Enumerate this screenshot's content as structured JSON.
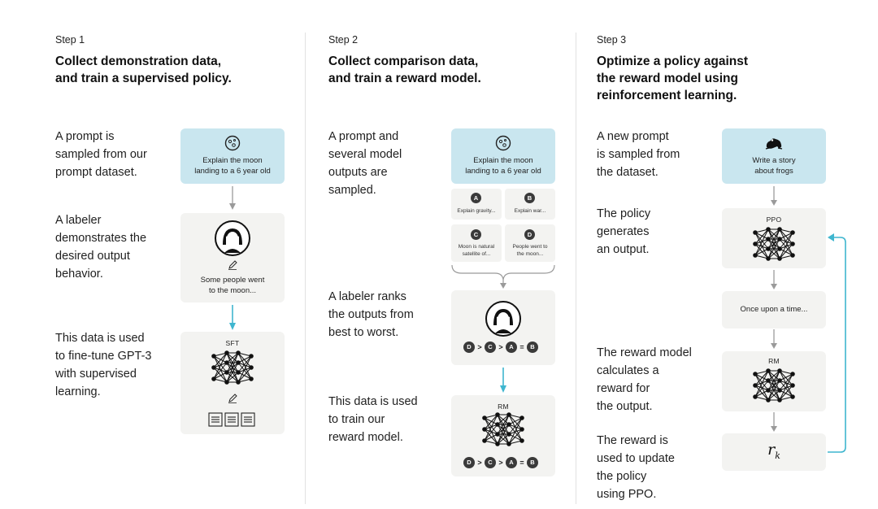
{
  "steps": [
    {
      "label": "Step 1",
      "title_l1": "Collect demonstration data,",
      "title_l2": "and train a supervised policy.",
      "desc1": [
        "A prompt is",
        "sampled from our",
        "prompt dataset."
      ],
      "desc2": [
        "A labeler",
        "demonstrates the",
        "desired output",
        "behavior."
      ],
      "desc3": [
        "This data is used",
        "to fine-tune GPT-3",
        "with supervised",
        "learning."
      ],
      "prompt": [
        "Explain the moon",
        "landing to a 6 year old"
      ],
      "output": [
        "Some people went",
        "to the moon..."
      ],
      "model_label": "SFT"
    },
    {
      "label": "Step 2",
      "title_l1": "Collect comparison data,",
      "title_l2": "and train a reward model.",
      "desc1": [
        "A prompt and",
        "several model",
        "outputs are",
        "sampled."
      ],
      "desc2": [
        "A labeler ranks",
        "the outputs from",
        "best to worst."
      ],
      "desc3": [
        "This data is used",
        "to train our",
        "reward model."
      ],
      "prompt": [
        "Explain the moon",
        "landing to a 6 year old"
      ],
      "outputs": [
        {
          "letter": "A",
          "text": [
            "Explain gravity..."
          ]
        },
        {
          "letter": "B",
          "text": [
            "Explain war..."
          ]
        },
        {
          "letter": "C",
          "text": [
            "Moon is natural",
            "satellite of..."
          ]
        },
        {
          "letter": "D",
          "text": [
            "People went to",
            "the moon..."
          ]
        }
      ],
      "ranking": [
        "D",
        ">",
        "C",
        ">",
        "A",
        "=",
        "B"
      ],
      "model_label": "RM"
    },
    {
      "label": "Step 3",
      "title_l1": "Optimize a policy against",
      "title_l2": "the reward model using",
      "title_l3": "reinforcement learning.",
      "desc1": [
        "A new prompt",
        "is sampled from",
        "the dataset."
      ],
      "desc2": [
        "The policy",
        "generates",
        "an output."
      ],
      "desc3": [
        "The reward model",
        "calculates a",
        "reward for",
        "the output."
      ],
      "desc4": [
        "The reward is",
        "used to update",
        "the policy",
        "using PPO."
      ],
      "prompt": [
        "Write a story",
        "about frogs"
      ],
      "policy_label": "PPO",
      "output": "Once upon a time...",
      "rm_label": "RM",
      "reward": "r",
      "reward_sub": "k"
    }
  ],
  "colors": {
    "accent": "#3fb6cf",
    "arrow_gray": "#9a9a9a",
    "blue_box": "#c9e6ef",
    "gray_box": "#f3f3f1"
  },
  "icons": [
    "moon-icon",
    "labeler-avatar-icon",
    "pencil-icon",
    "neural-network-icon",
    "document-icon",
    "frog-icon"
  ]
}
